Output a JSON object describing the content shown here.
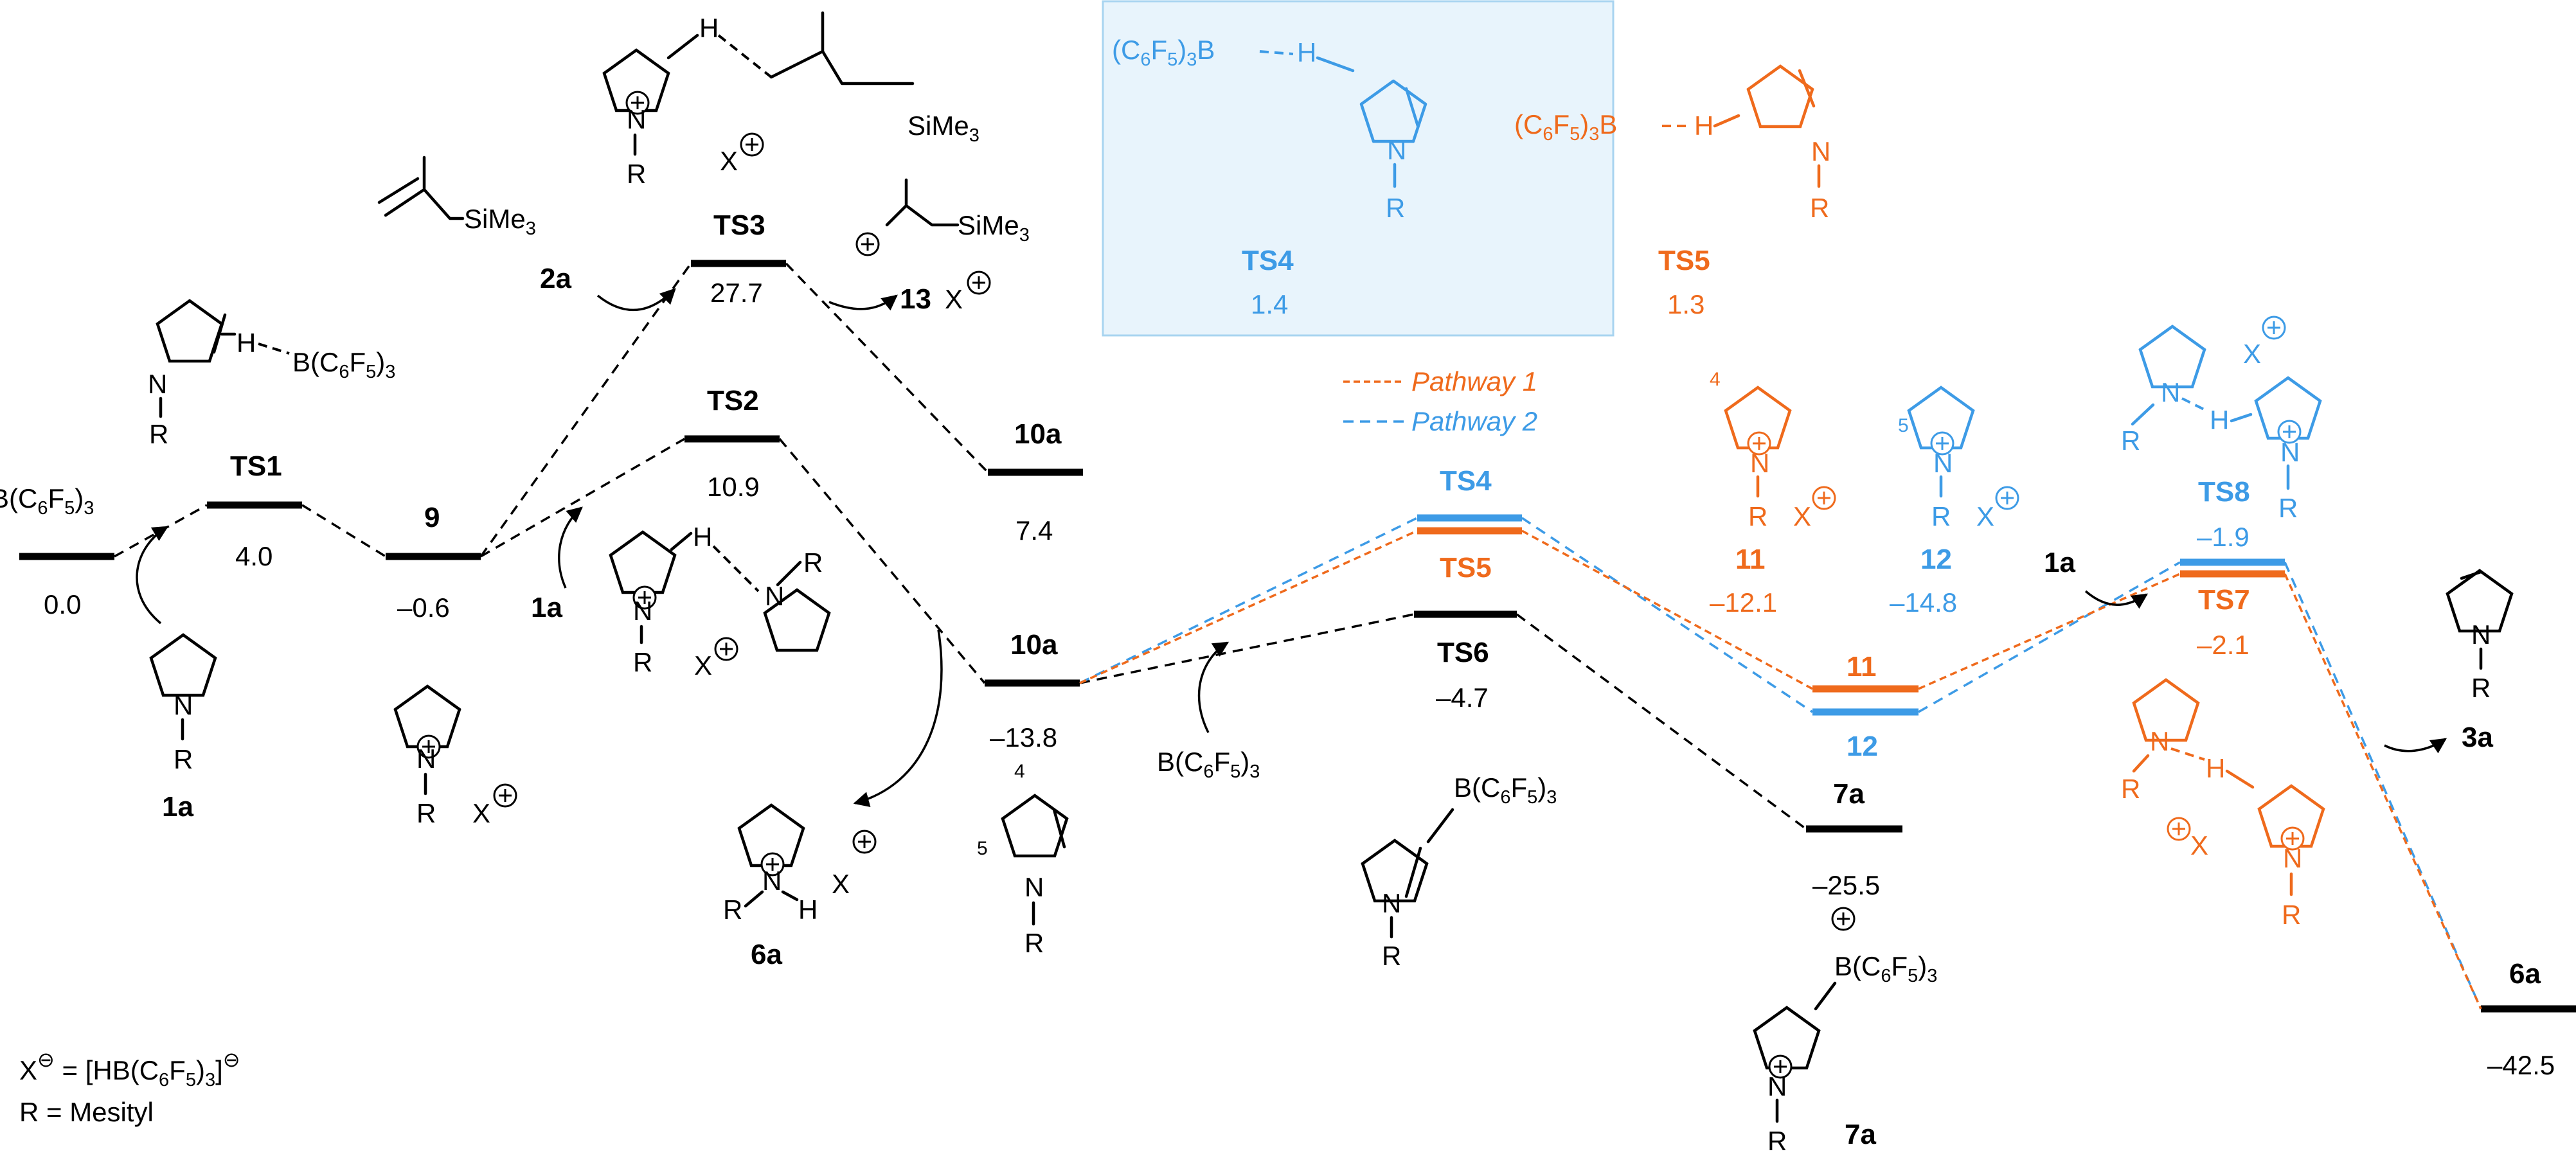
{
  "species": {
    "start": {
      "label": "",
      "energy": "0.0",
      "partial_text": "B(C6F5)3"
    },
    "TS1": {
      "label": "TS1",
      "energy": "4.0"
    },
    "9": {
      "label": "9",
      "energy": "–0.6"
    },
    "TS3": {
      "label": "TS3",
      "energy": "27.7"
    },
    "TS2": {
      "label": "TS2",
      "energy": "10.9"
    },
    "10a_high": {
      "label": "10a",
      "energy": "7.4"
    },
    "10a_low": {
      "label": "10a",
      "energy": "–13.8"
    },
    "TS4": {
      "label": "TS4",
      "energy": "1.4"
    },
    "TS5": {
      "label": "TS5",
      "energy": "1.3"
    },
    "TS6": {
      "label": "TS6",
      "energy": "–4.7"
    },
    "11": {
      "label": "11",
      "energy": "–12.1"
    },
    "12": {
      "label": "12",
      "energy": "–14.8"
    },
    "7a": {
      "label": "7a",
      "energy": "–25.5"
    },
    "TS8": {
      "label": "TS8",
      "energy": "–1.9"
    },
    "TS7": {
      "label": "TS7",
      "energy": "–2.1"
    },
    "6a": {
      "label": "6a",
      "energy": "–42.5"
    }
  },
  "legend": {
    "pathway1": "Pathway 1",
    "pathway2": "Pathway 2"
  },
  "reagents": {
    "1a": "1a",
    "2a": "2a",
    "13": "13",
    "6a": "6a",
    "3a": "3a",
    "7a": "7a",
    "BCF": "B(C6F5)3",
    "X": "X",
    "N": "N",
    "R": "R",
    "H": "H",
    "SiMe3": "SiMe3",
    "HBCF": "H–B(C6F5)3",
    "CBH": "(C6F5)3B",
    "num4": "4",
    "num5": "5"
  },
  "footnote": {
    "x_def": "X⊖ = [HB(C6F5)3]⊖",
    "r_def": "R = Mesityl"
  },
  "colors": {
    "pathway1": "#ef6a1c",
    "pathway2": "#3d9be6",
    "box_fill": "#e8f4fc",
    "box_border": "#a8d4f0"
  }
}
